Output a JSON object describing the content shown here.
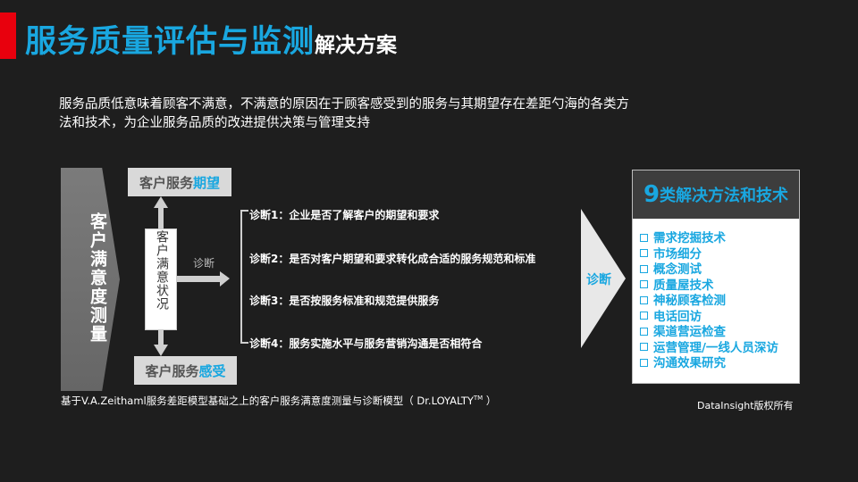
{
  "title": {
    "main": "服务质量评估与监测",
    "sub": "解决方案"
  },
  "intro": "服务品质低意味着顾客不满意，不满意的原因在于顾客感受到的服务与其期望存在差距勺海的各类方法和技术，为企业服务品质的改进提供决策与管理支持",
  "left_chevron": "客户满意度测量",
  "box_top": {
    "prefix": "客户服务",
    "highlight": "期望"
  },
  "box_bottom": {
    "prefix": "客户服务",
    "highlight": "感受"
  },
  "status": "客户满意状况",
  "diagnose_label": "诊断",
  "diagnoses": [
    "诊断1：企业是否了解客户的期望和要求",
    "诊断2：是否对客户期望和要求转化成合适的服务规范和标准",
    "诊断3：是否按服务标准和规范提供服务",
    "诊断4：服务实施水平与服务营销沟通是否相符合"
  ],
  "diagnose_label_2": "诊断",
  "methods_header": {
    "big": "9",
    "rest": "类解决方法和技术"
  },
  "methods": [
    "需求挖掘技术",
    "市场细分",
    "概念测试",
    "质量屋技术",
    "神秘顾客检测",
    "电话回访",
    "渠道营运检查",
    "运营管理/一线人员深访",
    "沟通效果研究"
  ],
  "footnote": {
    "text": "基于V.A.Zeithaml服务差距模型基础之上的客户服务满意度测量与诊断模型（ Dr.LOYALTY",
    "sup": "TM",
    "tail": " ）"
  },
  "copyright": "DataInsight版权所有",
  "colors": {
    "accent": "#19a7e0",
    "red": "#e8000d",
    "background": "#1e1e1e"
  }
}
